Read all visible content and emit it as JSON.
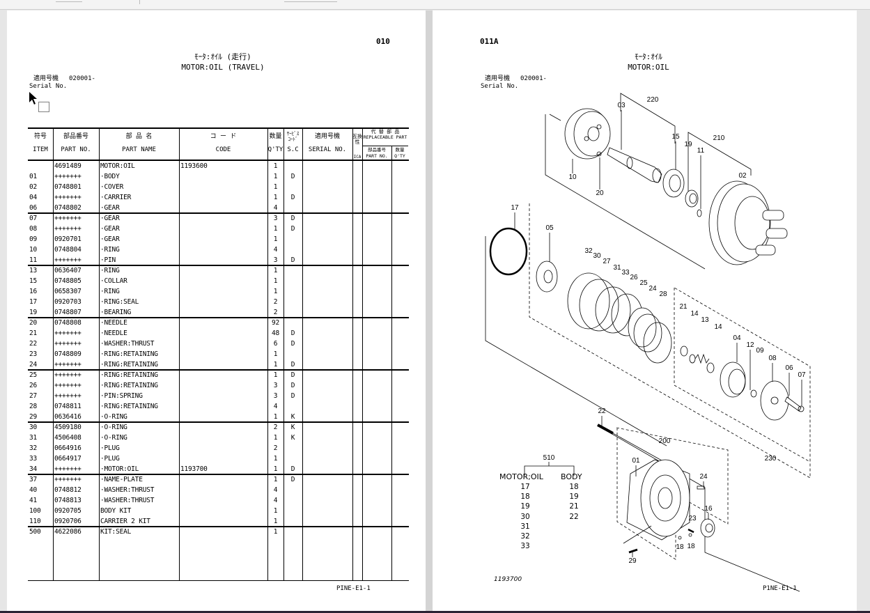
{
  "left_page": {
    "page_number": "010",
    "title_jp": "ﾓｰﾀ:ｵｲﾙ (走行)",
    "title_en": "MOTOR:OIL (TRAVEL)",
    "serial_label_jp": "適用号機",
    "serial_value": "020001-",
    "serial_label_en": "Serial No.",
    "footer": "PINE-E1-1",
    "table": {
      "headers": {
        "item_jp": "符号",
        "item_en": "ITEM",
        "part_no_jp": "部品番号",
        "part_no_en": "PART NO.",
        "part_name_jp": "部 品 名",
        "part_name_en": "PART NAME",
        "code_jp": "コ ー ド",
        "code_en": "CODE",
        "qty_jp": "数量",
        "qty_en": "Q'TY",
        "sc_jp": "ｻｰﾋﾞｽ ｺｰﾄﾞ",
        "sc_en": "S.C",
        "serial_jp": "適用号機",
        "serial_en": "SERIAL NO.",
        "ica_jp": "互換性",
        "ica_en": "ICA",
        "replaceable_jp": "代 替 部 品",
        "replaceable_en": "REPLACEABLE PART",
        "rep_part_jp": "部品番号",
        "rep_part_en": "PART NO.",
        "rep_qty_jp": "数量",
        "rep_qty_en": "Q'TY"
      },
      "rows": [
        {
          "item": "",
          "part_no": "4691489",
          "name": "MOTOR:OIL",
          "code": "1193600",
          "qty": "1",
          "sc": ""
        },
        {
          "item": "01",
          "part_no": "+++++++",
          "name": "·BODY",
          "code": "",
          "qty": "1",
          "sc": "D"
        },
        {
          "item": "02",
          "part_no": "0748801",
          "name": "·COVER",
          "code": "",
          "qty": "1",
          "sc": ""
        },
        {
          "item": "04",
          "part_no": "+++++++",
          "name": "·CARRIER",
          "code": "",
          "qty": "1",
          "sc": "D"
        },
        {
          "item": "06",
          "part_no": "0748802",
          "name": "·GEAR",
          "code": "",
          "qty": "4",
          "sc": ""
        },
        {
          "item": "07",
          "part_no": "+++++++",
          "name": "·GEAR",
          "code": "",
          "qty": "3",
          "sc": "D"
        },
        {
          "item": "08",
          "part_no": "+++++++",
          "name": "·GEAR",
          "code": "",
          "qty": "1",
          "sc": "D"
        },
        {
          "item": "09",
          "part_no": "0920701",
          "name": "·GEAR",
          "code": "",
          "qty": "1",
          "sc": ""
        },
        {
          "item": "10",
          "part_no": "0748804",
          "name": "·RING",
          "code": "",
          "qty": "4",
          "sc": ""
        },
        {
          "item": "11",
          "part_no": "+++++++",
          "name": "·PIN",
          "code": "",
          "qty": "3",
          "sc": "D"
        },
        {
          "item": "13",
          "part_no": "0636407",
          "name": "·RING",
          "code": "",
          "qty": "1",
          "sc": ""
        },
        {
          "item": "15",
          "part_no": "0748805",
          "name": "·COLLAR",
          "code": "",
          "qty": "1",
          "sc": ""
        },
        {
          "item": "16",
          "part_no": "0658307",
          "name": "·RING",
          "code": "",
          "qty": "1",
          "sc": ""
        },
        {
          "item": "17",
          "part_no": "0920703",
          "name": "·RING:SEAL",
          "code": "",
          "qty": "2",
          "sc": ""
        },
        {
          "item": "19",
          "part_no": "0748807",
          "name": "·BEARING",
          "code": "",
          "qty": "2",
          "sc": ""
        },
        {
          "item": "20",
          "part_no": "0748808",
          "name": "·NEEDLE",
          "code": "",
          "qty": "92",
          "sc": ""
        },
        {
          "item": "21",
          "part_no": "+++++++",
          "name": "·NEEDLE",
          "code": "",
          "qty": "48",
          "sc": "D"
        },
        {
          "item": "22",
          "part_no": "+++++++",
          "name": "·WASHER:THRUST",
          "code": "",
          "qty": "6",
          "sc": "D"
        },
        {
          "item": "23",
          "part_no": "0748809",
          "name": "·RING:RETAINING",
          "code": "",
          "qty": "1",
          "sc": ""
        },
        {
          "item": "24",
          "part_no": "+++++++",
          "name": "·RING:RETAINING",
          "code": "",
          "qty": "1",
          "sc": "D"
        },
        {
          "item": "25",
          "part_no": "+++++++",
          "name": "·RING:RETAINING",
          "code": "",
          "qty": "1",
          "sc": "D"
        },
        {
          "item": "26",
          "part_no": "+++++++",
          "name": "·RING:RETAINING",
          "code": "",
          "qty": "3",
          "sc": "D"
        },
        {
          "item": "27",
          "part_no": "+++++++",
          "name": "·PIN:SPRING",
          "code": "",
          "qty": "3",
          "sc": "D"
        },
        {
          "item": "28",
          "part_no": "0748811",
          "name": "·RING:RETAINING",
          "code": "",
          "qty": "4",
          "sc": ""
        },
        {
          "item": "29",
          "part_no": "0636416",
          "name": "·O-RING",
          "code": "",
          "qty": "1",
          "sc": "K"
        },
        {
          "item": "30",
          "part_no": "4509180",
          "name": "·O-RING",
          "code": "",
          "qty": "2",
          "sc": "K"
        },
        {
          "item": "31",
          "part_no": "4506408",
          "name": "·O-RING",
          "code": "",
          "qty": "1",
          "sc": "K"
        },
        {
          "item": "32",
          "part_no": "0664916",
          "name": "·PLUG",
          "code": "",
          "qty": "2",
          "sc": ""
        },
        {
          "item": "33",
          "part_no": "0664917",
          "name": "·PLUG",
          "code": "",
          "qty": "1",
          "sc": ""
        },
        {
          "item": "34",
          "part_no": "+++++++",
          "name": "·MOTOR:OIL",
          "code": "1193700",
          "qty": "1",
          "sc": "D"
        },
        {
          "item": "37",
          "part_no": "+++++++",
          "name": "·NAME-PLATE",
          "code": "",
          "qty": "1",
          "sc": "D"
        },
        {
          "item": "40",
          "part_no": "0748812",
          "name": "·WASHER:THRUST",
          "code": "",
          "qty": "4",
          "sc": ""
        },
        {
          "item": "41",
          "part_no": "0748813",
          "name": "·WASHER:THRUST",
          "code": "",
          "qty": "4",
          "sc": ""
        },
        {
          "item": "100",
          "part_no": "0920705",
          "name": "BODY KIT",
          "code": "",
          "qty": "1",
          "sc": ""
        },
        {
          "item": "110",
          "part_no": "0920706",
          "name": "CARRIER 2 KIT",
          "code": "",
          "qty": "1",
          "sc": ""
        },
        {
          "item": "500",
          "part_no": "4622086",
          "name": "KIT:SEAL",
          "code": "",
          "qty": "1",
          "sc": ""
        }
      ]
    }
  },
  "right_page": {
    "page_number": "011A",
    "title_jp": "ﾓｰﾀ:ｵｲﾙ",
    "title_en": "MOTOR:OIL",
    "serial_label_jp": "適用号機",
    "serial_value": "020001-",
    "serial_label_en": "Serial No.",
    "drawing_number": "1193700",
    "footer": "P1NE-E1-1",
    "callouts": [
      "03",
      "220",
      "15",
      "19",
      "11",
      "210",
      "02",
      "10",
      "20",
      "17",
      "05",
      "32",
      "30",
      "27",
      "31",
      "33",
      "26",
      "25",
      "24",
      "28",
      "21",
      "14",
      "13",
      "14",
      "04",
      "12",
      "09",
      "08",
      "06",
      "07",
      "22",
      "200",
      "230",
      "01",
      "24",
      "16",
      "23",
      "18",
      "18",
      "29",
      "510"
    ],
    "legend": {
      "motor_oil_label": "MOTOR;OIL",
      "body_label": "BODY",
      "motor_oil_items": [
        "17",
        "18",
        "19",
        "30",
        "31",
        "32",
        "33"
      ],
      "body_items": [
        "18",
        "19",
        "21",
        "22"
      ]
    }
  }
}
